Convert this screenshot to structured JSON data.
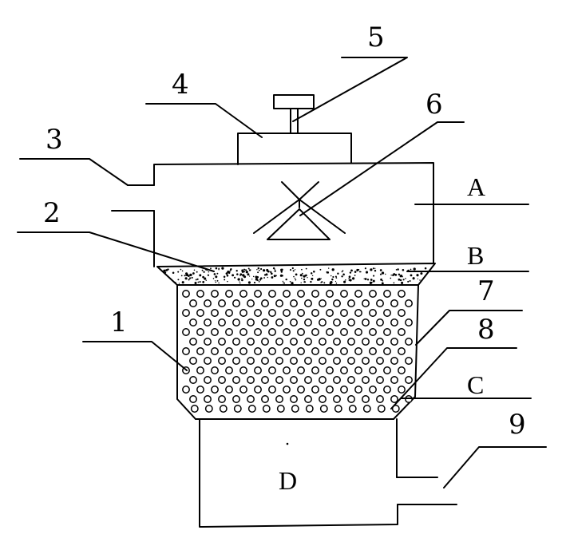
{
  "labels": {
    "n1": "1",
    "n2": "2",
    "n3": "3",
    "n4": "4",
    "n5": "5",
    "n6": "6",
    "n7": "7",
    "n8": "8",
    "n9": "9",
    "A": "A",
    "B": "B",
    "C": "C",
    "D": "D"
  }
}
